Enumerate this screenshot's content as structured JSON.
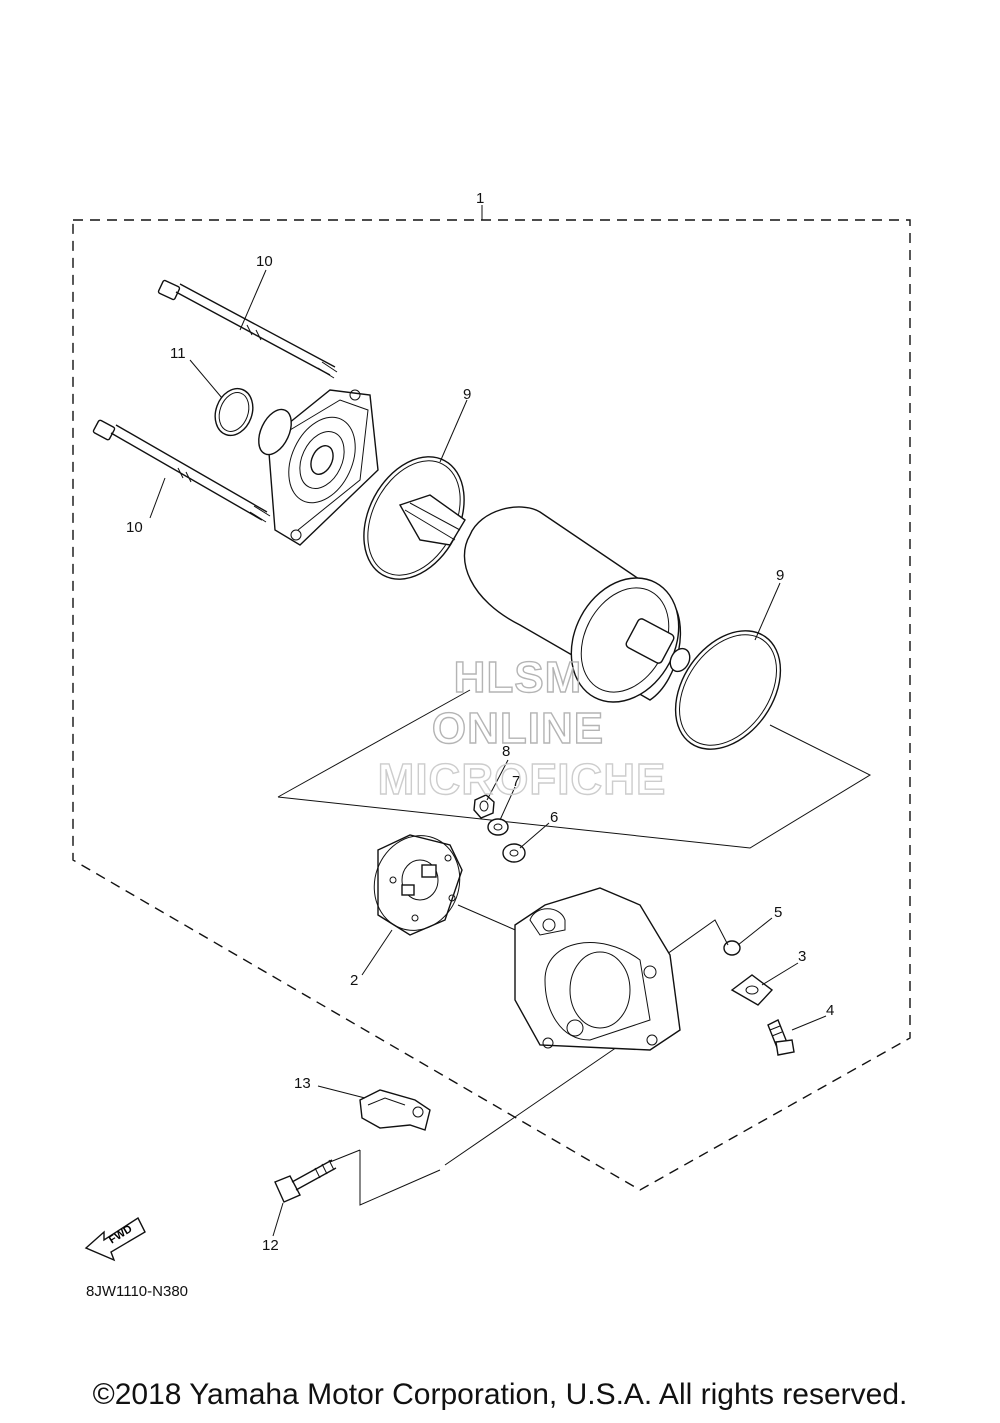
{
  "callouts": {
    "c1": "1",
    "c2": "2",
    "c3": "3",
    "c4": "4",
    "c5": "5",
    "c6": "6",
    "c7": "7",
    "c8": "8",
    "c9a": "9",
    "c9b": "9",
    "c10a": "10",
    "c10b": "10",
    "c11": "11",
    "c12": "12",
    "c13": "13"
  },
  "fwd_label": "FWD",
  "ref_code": "8JW1110-N380",
  "watermark": [
    "HLSM",
    "ONLINE",
    "MICROFICHE"
  ],
  "copyright": "©2018 Yamaha Motor Corporation, U.S.A. All rights reserved."
}
